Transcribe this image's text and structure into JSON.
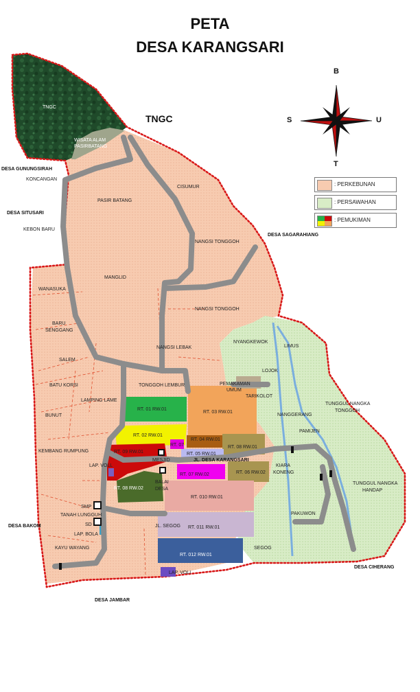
{
  "title": {
    "line1": "PETA",
    "line2": "DESA KARANGSARI"
  },
  "compass": {
    "north": "B",
    "south": "T",
    "west": "S",
    "east": "U"
  },
  "legend": {
    "perkebunan": ": PERKEBUNAN",
    "persawahan": ": PERSAWAHAN",
    "pemukiman": ": PEMUKIMAN"
  },
  "colors": {
    "perkebunan": "#f7cbb0",
    "persawahan": "#d8ecc6",
    "forest": "#1f4a2a",
    "road": "#8c8c8c",
    "river": "#7aaede",
    "boundary": "#d81818"
  },
  "labels": {
    "tngc_big": "TNGC",
    "tngc_forest": "TNGC",
    "wisata": "WISATA ALAM",
    "pasirbatang_w": "PASIRBATANG",
    "gunungsirah": "DESA GUNUNGSIRAH",
    "koncangan": "KONCANGAN",
    "situsari": "DESA SITUSARI",
    "kebon_baru": "KEBON BARU",
    "pasir_batang": "PASIR BATANG",
    "cisumur": "CISUMUR",
    "nangsi1": "NANGSI TONGGOH",
    "sagarahiang": "DESA SAGARAHIANG",
    "manglid": "MANGLID",
    "nangsi2": "NANGSI TONGGOH",
    "wanasuka": "WANASUKA",
    "baru": "BARU",
    "senggang": "SENGGANG",
    "nyangkewok": "NYANGKEWOK",
    "limus": "LIMUS",
    "salem": "SALEM",
    "nangsi_lebak": "NANGSI LEBAK",
    "lojok": "LOJOK",
    "batu_korsi": "BATU KORSI",
    "tonggoh_lembur": "TONGGOH LEMBUR",
    "pemakaman": "PEMAKAMAN",
    "umum": "UMUM",
    "tarikolot": "TARIKOLOT",
    "tunggul1": "TUNGGUL NANGKA",
    "tonggoh": "TONGGOH",
    "lamping_lame": "LAMPING LAME",
    "rt01": "RT. 01 RW.01",
    "rt03": "RT. 03 RW.01",
    "nanggerang": "NANGGERANG",
    "bunut": "BUNUT",
    "pamijen": "PAMIJEN",
    "rt02": "RT. 02 RW.01",
    "rt04": "RT. 04 RW.01",
    "rt07a": "RT. 07",
    "rt08rw01": "RT. 08 RW.01",
    "kembang": "KEMBANG RUMPUNG",
    "rt09": "RT. 09 RW.01",
    "rt05": "RT. 05 RW.01",
    "mesjid": "MESJID",
    "jl_desa": "JL. DESA KARANGSARI",
    "kiara": "KIARA",
    "koneng": "KONENG",
    "lap_voli1": "LAP. VOLL",
    "rt07b": "RT. 07 RW.02",
    "rt06rw02": "RT. 06 RW.02",
    "tunggul2": "TUNGGUL NANGKA",
    "handap": "HANDAP",
    "balai": "BALAI",
    "desa_b": "DESA",
    "rt08rw02": "RT. 08 RW.02",
    "rt010": "RT. 010 RW.01",
    "smp": "SMP",
    "tanah_lungguh": "TANAH LUNGGUH",
    "pakuwon": "PAKUWON",
    "bakom": "DESA BAKOM",
    "jl_segog": "JL. SEGOG",
    "rt011": "RT. 011 RW.01",
    "sd": "SD",
    "lap_bola": "LAP. BOLA",
    "segog": "SEGOG",
    "kayu_wayang": "KAYU WAYANG",
    "rt012": "RT. 012 RW.01",
    "ciherang": "DESA CIHERANG",
    "lap_voli2": "LAP. VOLI",
    "jambar": "DESA JAMBAR"
  }
}
